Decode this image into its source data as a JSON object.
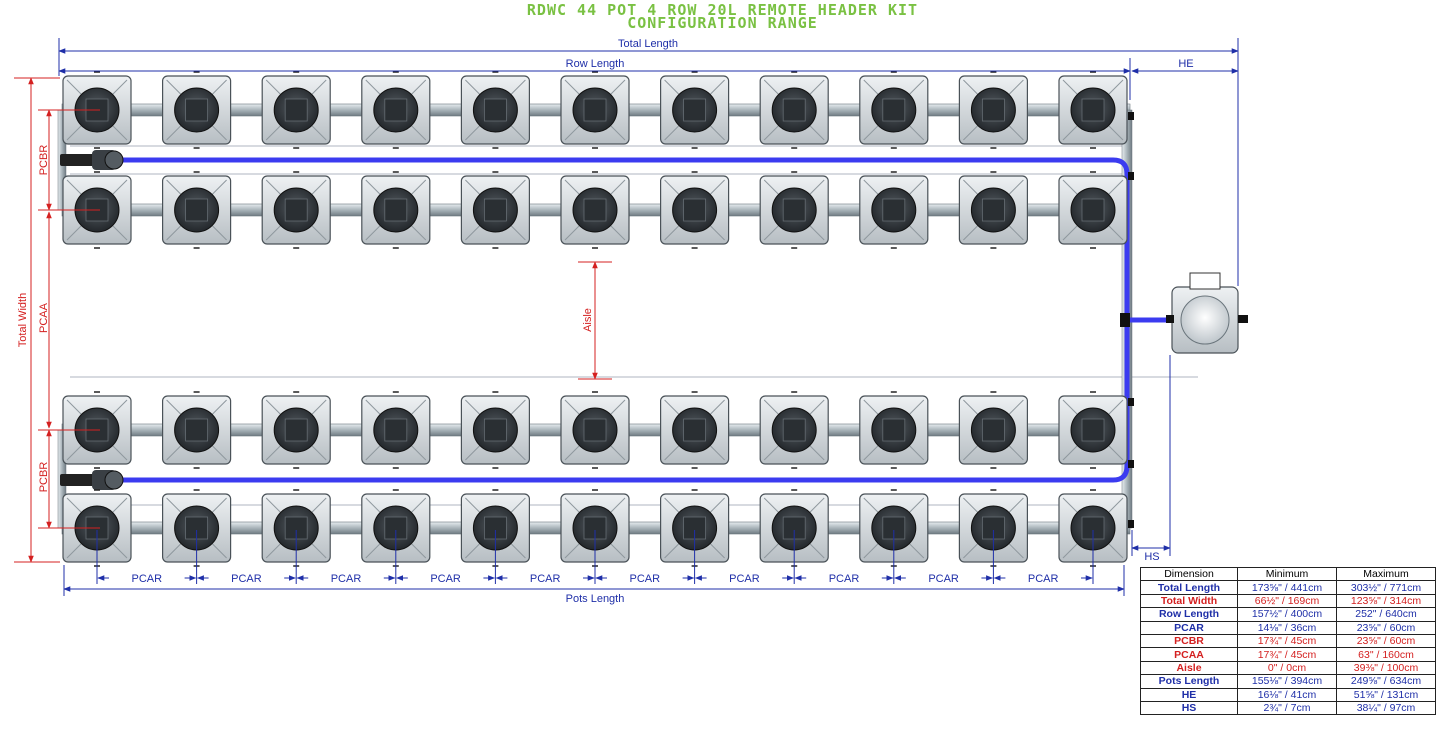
{
  "title": {
    "line1": "RDWC 44 POT 4 ROW 20L REMOTE HEADER KIT",
    "line2": "CONFIGURATION RANGE"
  },
  "labels": {
    "total_length": "Total Length",
    "row_length": "Row Length",
    "he": "HE",
    "hs": "HS",
    "pots_length": "Pots Length",
    "total_width": "Total Width",
    "pcaa": "PCAA",
    "pcbr": "PCBR",
    "aisle": "Aisle",
    "pcar": "PCAR"
  },
  "colors": {
    "title": "#7ac143",
    "dim_blue": "#1f2fa8",
    "dim_red": "#d42020",
    "pipe_blue": "#3b3bf0",
    "pot": "#d4d8dc",
    "pipe": "#9ea8b0"
  },
  "layout": {
    "pot_rows": 4,
    "pots_per_row": 11
  },
  "table": {
    "headers": [
      "Dimension",
      "Minimum",
      "Maximum"
    ],
    "rows": [
      {
        "name": "Total Length",
        "min": "173⅝\" / 441cm",
        "max": "303½\" / 771cm",
        "color": "blue"
      },
      {
        "name": "Total Width",
        "min": "66½\" / 169cm",
        "max": "123⅝\" / 314cm",
        "color": "red"
      },
      {
        "name": "Row Length",
        "min": "157½\" / 400cm",
        "max": "252\" / 640cm",
        "color": "blue"
      },
      {
        "name": "PCAR",
        "min": "14⅛\" / 36cm",
        "max": "23⅝\" / 60cm",
        "color": "blue"
      },
      {
        "name": "PCBR",
        "min": "17¾\" / 45cm",
        "max": "23⅝\" / 60cm",
        "color": "red"
      },
      {
        "name": "PCAA",
        "min": "17¾\" / 45cm",
        "max": "63\" / 160cm",
        "color": "red"
      },
      {
        "name": "Aisle",
        "min": "0\" / 0cm",
        "max": "39⅜\" / 100cm",
        "color": "red"
      },
      {
        "name": "Pots Length",
        "min": "155⅛\" / 394cm",
        "max": "249⅝\" / 634cm",
        "color": "blue"
      },
      {
        "name": "HE",
        "min": "16⅛\" / 41cm",
        "max": "51⅝\" / 131cm",
        "color": "blue"
      },
      {
        "name": "HS",
        "min": "2¾\" / 7cm",
        "max": "38¼\" / 97cm",
        "color": "blue"
      }
    ]
  }
}
